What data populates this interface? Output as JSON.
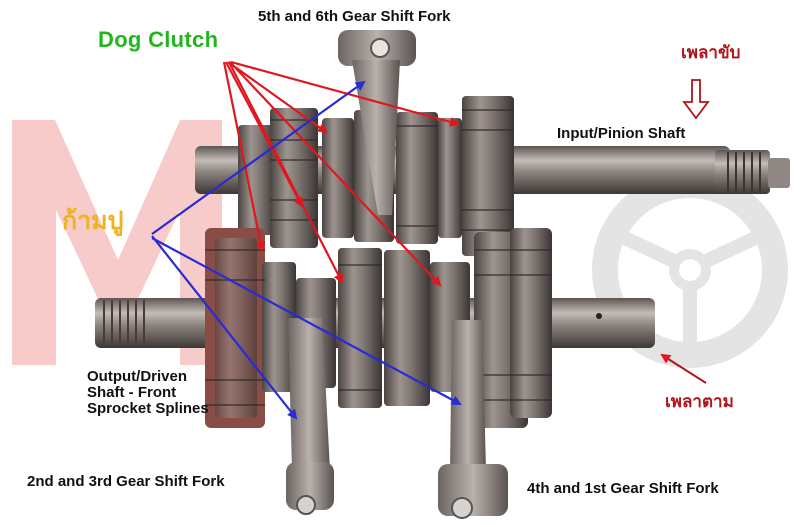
{
  "labels": {
    "shift_fork_56": "5th and 6th Gear Shift Fork",
    "dog_clutch": "Dog Clutch",
    "thai_input_shaft": "เพลาขับ",
    "input_shaft": "Input/Pinion Shaft",
    "thai_shift_fork": "ก้ามปู",
    "output_shaft": "Output/Driven Shaft - Front Sprocket Splines",
    "thai_output_shaft": "เพลาตาม",
    "shift_fork_23": "2nd and 3rd Gear Shift Fork",
    "shift_fork_41": "4th and 1st Gear Shift Fork"
  },
  "colors": {
    "dog_clutch_text": "#22b61f",
    "thai_text": "#b0151b",
    "fork_text": "#f0b31e",
    "dog_arrows": "#e0171f",
    "fork_arrows": "#2a2ad6",
    "watermark": "#f07a7a"
  },
  "icons": {
    "watermark": "steering-wheel-logo-icon",
    "pointer": "down-arrow-icon"
  }
}
